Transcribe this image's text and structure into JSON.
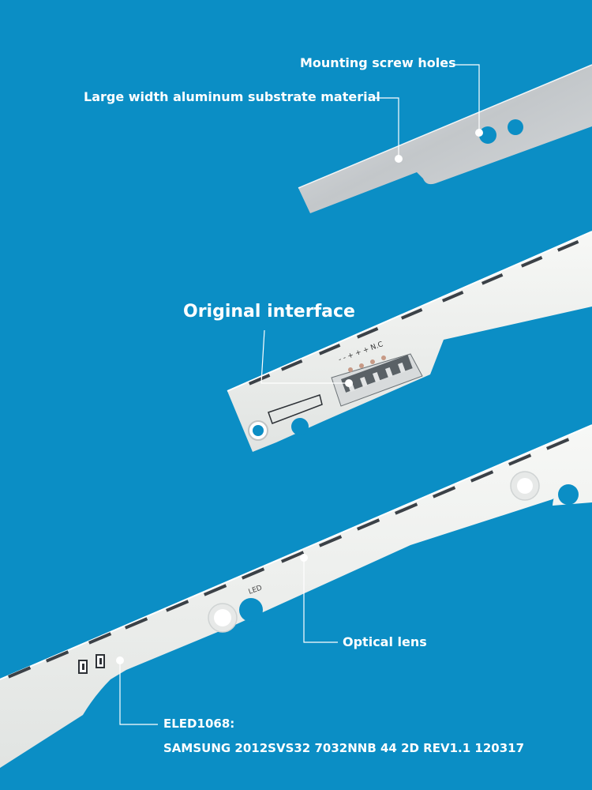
{
  "labels": {
    "mounting_screw_holes": "Mounting screw holes",
    "aluminum_substrate": "Large width aluminum substrate material",
    "original_interface": "Original interface",
    "optical_lens": "Optical lens",
    "eled_code": "ELED1068:",
    "model_code": "SAMSUNG 2012SVS32 7032NNB 44 2D REV1.1 120317"
  },
  "board_marks": {
    "connector_pins": "- - + + + N.C",
    "led_mark": "LED"
  },
  "colors": {
    "background": "#0b8ec5",
    "label_text": "#ffffff",
    "strip": "#eef0ee",
    "aluminum": "#c9ccce",
    "led": "#3b4147"
  }
}
